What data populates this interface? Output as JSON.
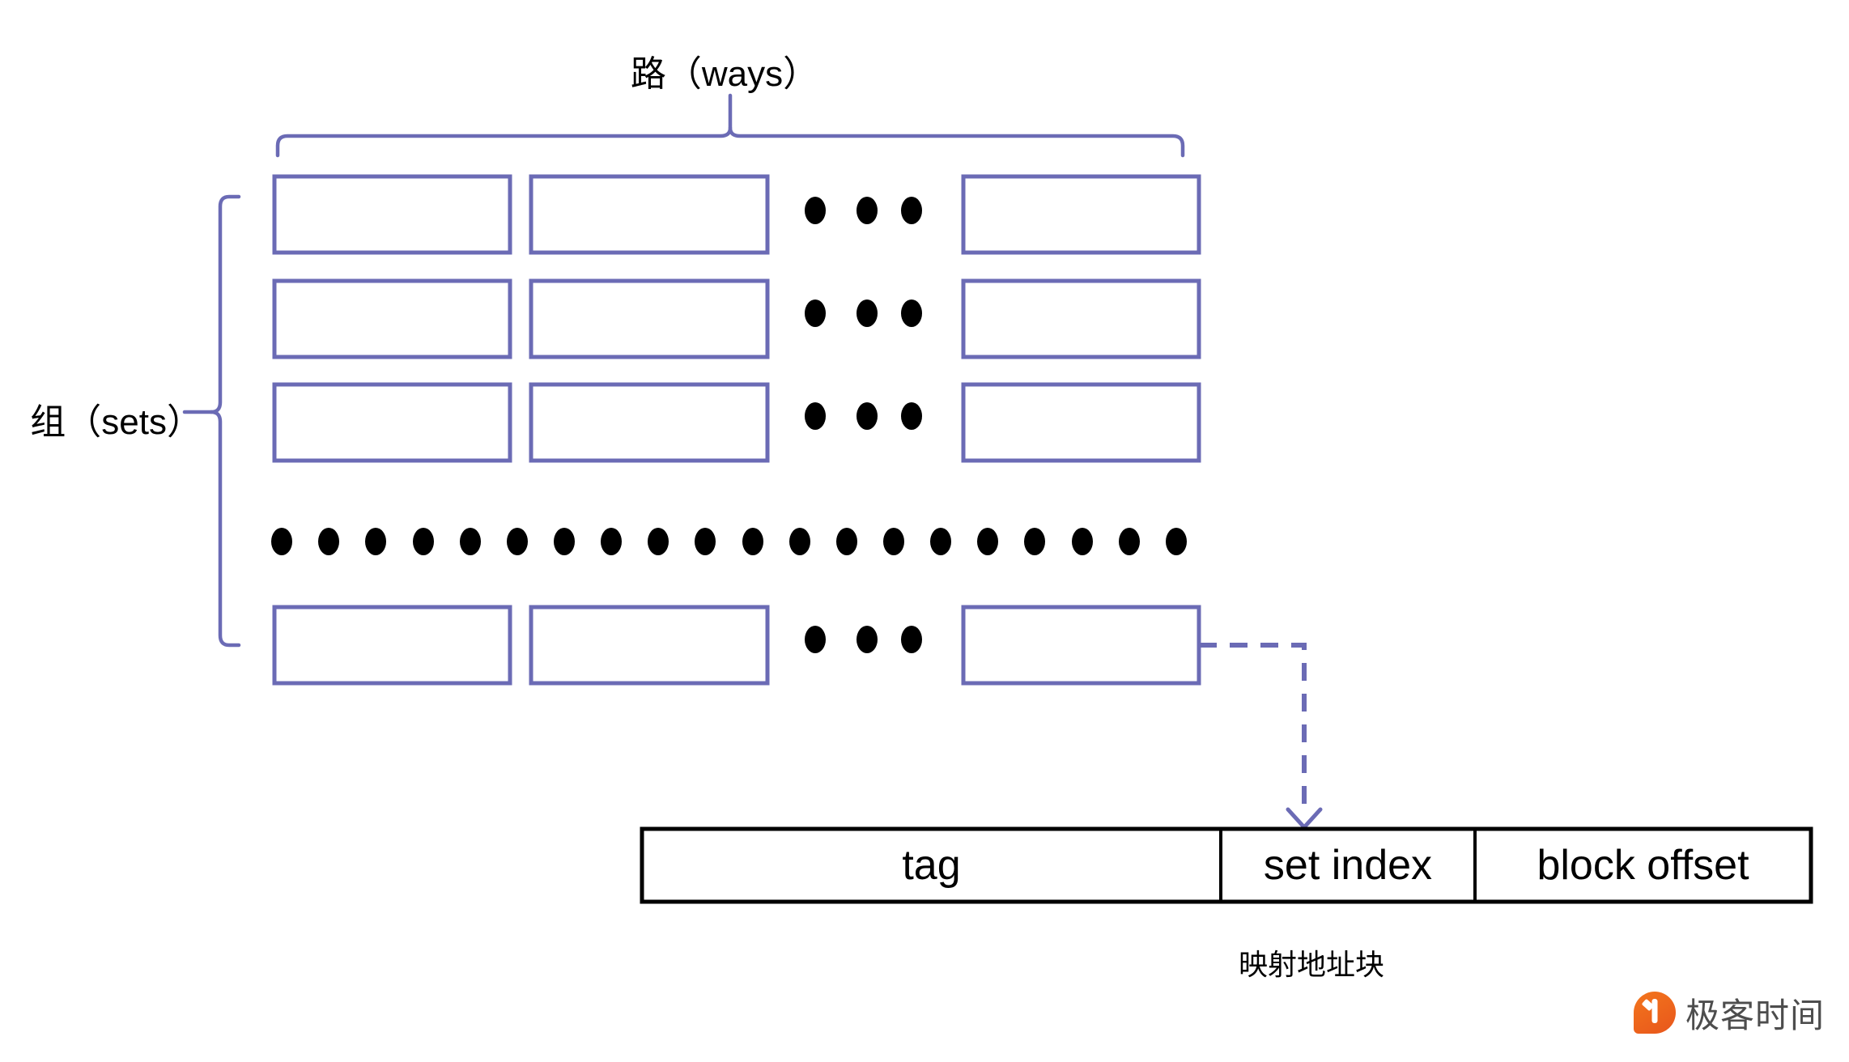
{
  "diagram": {
    "title_ways": "路（ways）",
    "title_sets": "组（sets）",
    "mapping_caption": "映射地址块",
    "colors": {
      "cache_block_border": "#6b6bb5",
      "brace": "#6b6bb5",
      "dashed_arrow": "#6b6bb5",
      "address_border": "#000000",
      "dot": "#000000",
      "watermark_orange": "#ee6a1f",
      "watermark_text": "#4d4d4d"
    },
    "cache_grid": {
      "rows": 4,
      "columns": 3,
      "column_ellipsis": "• • •",
      "row_ellipsis_dot_count": 21,
      "ellipsis_between_columns": "2-3",
      "row_gap_ellipsis_after_row": 3
    },
    "address_block": {
      "fields": [
        {
          "name": "tag",
          "label": "tag"
        },
        {
          "name": "set-index",
          "label": "set index"
        },
        {
          "name": "block-offset",
          "label": "block offset"
        }
      ]
    },
    "watermark": {
      "text": "极客时间",
      "icon": "geekbang-logo-icon"
    }
  }
}
